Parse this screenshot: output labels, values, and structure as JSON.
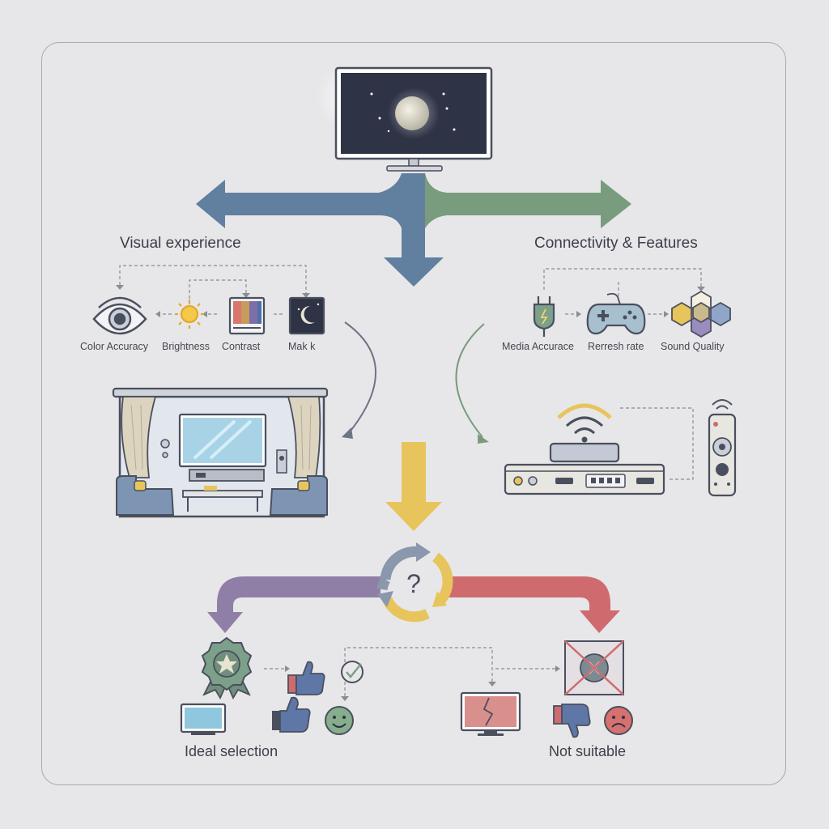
{
  "branches": {
    "left_title": "Visual experience",
    "right_title": "Connectivity & Features"
  },
  "visual_items": [
    "Color Accuracy",
    "Brightness",
    "Contrast",
    "Mak k"
  ],
  "feature_items": [
    "Media Accurace",
    "Rerresh rate",
    "Sound Quality"
  ],
  "center_symbol": "?",
  "outcomes": {
    "positive": "Ideal selection",
    "negative": "Not suitable"
  },
  "colors": {
    "blue_branch": "#61809f",
    "green_branch": "#7a9c7e",
    "yellow_arrow": "#e8c45c",
    "purple_branch": "#8f7fa6",
    "red_branch": "#cf6b6f",
    "outline": "#4a4f5e"
  },
  "icons": [
    "tv-icon",
    "eye-icon",
    "sun-icon",
    "color-swatch-icon",
    "moon-icon",
    "plug-icon",
    "gamepad-icon",
    "hexagon-cluster-icon",
    "living-room-icon",
    "router-icon",
    "remote-icon",
    "refresh-cycle-icon",
    "award-badge-icon",
    "thumbs-up-icon",
    "check-icon",
    "smiley-icon",
    "broken-tv-icon",
    "thumbs-down-icon",
    "sad-face-icon",
    "crossed-box-icon"
  ]
}
